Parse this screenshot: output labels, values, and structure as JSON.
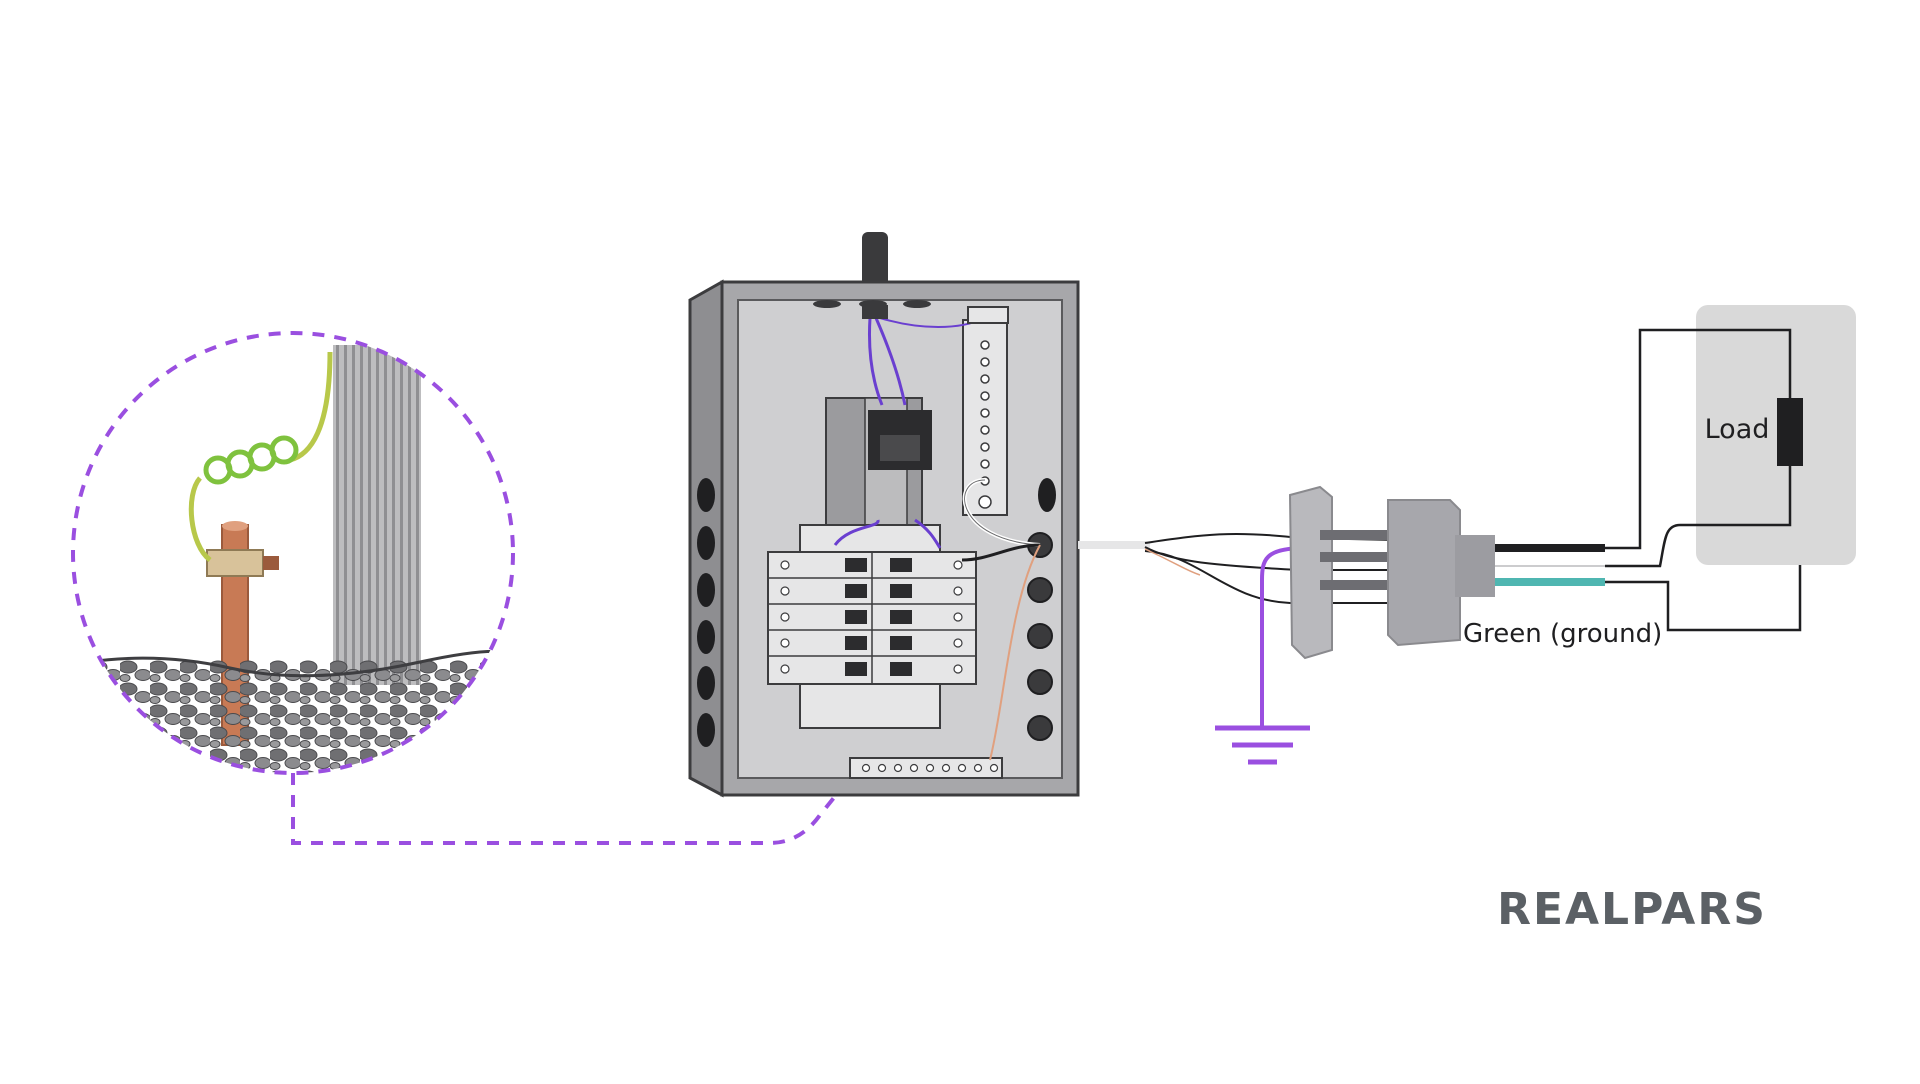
{
  "diagram": {
    "load_label": "Load",
    "ground_label": "Green (ground)",
    "brand": "REALPARS"
  },
  "colors": {
    "background": "#ffffff",
    "panel_gray": "#a7a7aa",
    "panel_inner": "#cfcfd1",
    "ground_path": "#9a4fe0",
    "copper_rod": "#c87a55",
    "green_yellow_wire": "#8fcf3a",
    "teal_wire": "#4fb6b1",
    "load_box": "#d9d9d9",
    "brand_text": "#5b6065"
  },
  "icons": [
    "grounding-rod-icon",
    "earth-ground-symbol-icon",
    "breaker-panel-icon",
    "receptacle-plug-icon",
    "load-resistor-icon"
  ]
}
